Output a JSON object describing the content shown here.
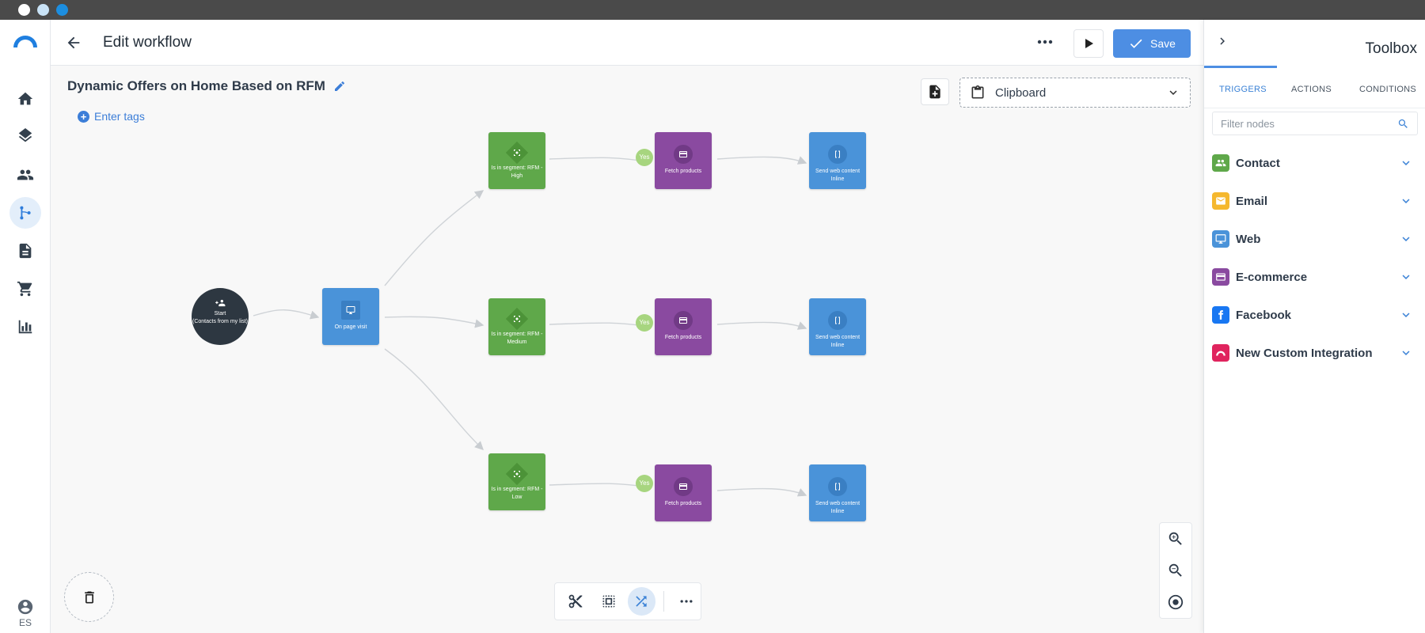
{
  "header": {
    "title": "Edit workflow",
    "save_label": "Save"
  },
  "rail": {
    "user_label": "ES"
  },
  "workflow": {
    "name": "Dynamic Offers on Home Based on RFM",
    "tags_label": "Enter tags"
  },
  "clipboard": {
    "label": "Clipboard"
  },
  "nodes": {
    "start": {
      "line1": "Start",
      "line2": "(Contacts from my list)"
    },
    "page_visit": "On page visit",
    "seg_high": "Is in segment: RFM - High",
    "seg_medium": "Is in segment: RFM - Medium",
    "seg_low": "Is in segment: RFM - Low",
    "fetch": "Fetch products",
    "send": "Send web content Inline",
    "yes": "Yes"
  },
  "toolbox": {
    "title": "Toolbox",
    "tabs": [
      "TRIGGERS",
      "ACTIONS",
      "CONDITIONS"
    ],
    "active_tab": "TRIGGERS",
    "filter_placeholder": "Filter nodes",
    "categories": [
      {
        "label": "Contact",
        "color": "#5fa84a",
        "icon": "people-icon"
      },
      {
        "label": "Email",
        "color": "#f5b82e",
        "icon": "envelope-icon"
      },
      {
        "label": "Web",
        "color": "#4a93d9",
        "icon": "monitor-icon"
      },
      {
        "label": "E-commerce",
        "color": "#8a4aa0",
        "icon": "card-icon"
      },
      {
        "label": "Facebook",
        "color": "#1877f2",
        "icon": "facebook-icon"
      },
      {
        "label": "New Custom Integration",
        "color": "#e0245e",
        "icon": "integration-icon"
      }
    ]
  }
}
